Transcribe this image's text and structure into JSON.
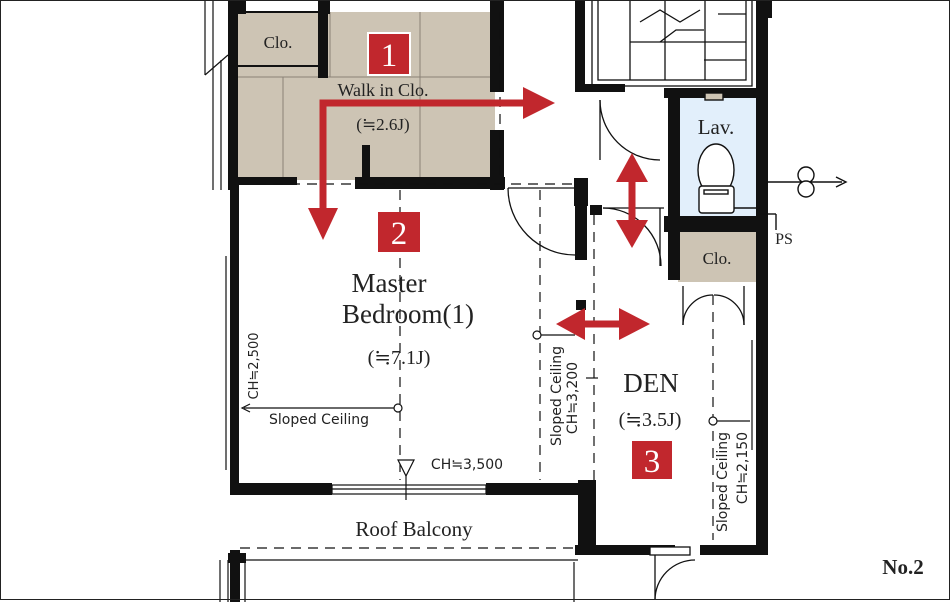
{
  "rooms": {
    "closet_top": "Clo.",
    "walk_in": {
      "name": "Walk in Clo.",
      "size": "(≒2.6J)"
    },
    "master": {
      "name_line1": "Master",
      "name_line2": "Bedroom(1)",
      "size": "(≒7.1J)"
    },
    "lav": "Lav.",
    "closet_small": "Clo.",
    "den": {
      "name": "DEN",
      "size": "(≒3.5J)"
    },
    "balcony": "Roof Balcony"
  },
  "labels": {
    "ps": "PS",
    "sloped_ceiling": "Sloped Ceiling",
    "ch_2500": "CH≒2,500",
    "ch_3500": "CH≒3,500",
    "ch_3200": "CH≒3,200",
    "ch_2150": "CH≒2,150"
  },
  "badges": [
    "1",
    "2",
    "3"
  ],
  "page_number": "No.2",
  "colors": {
    "accent_red": "#c1272d",
    "closet_fill": "#cdc4b4",
    "lav_fill": "#e2effb",
    "wall": "#111111"
  }
}
